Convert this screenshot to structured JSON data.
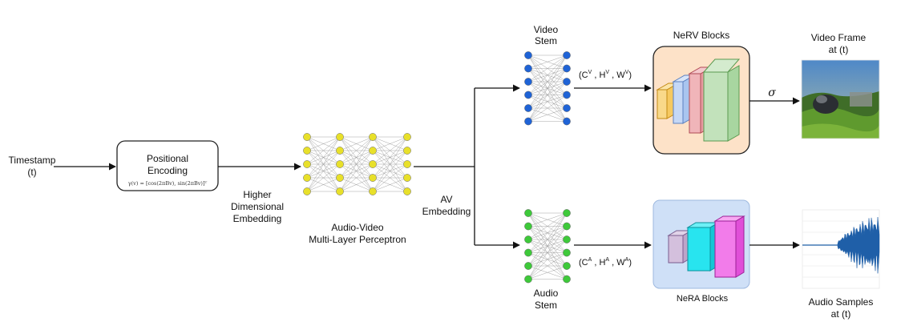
{
  "input": {
    "line1": "Timestamp",
    "line2": "(t)"
  },
  "positional_encoding": {
    "title_line1": "Positional",
    "title_line2": "Encoding",
    "formula": "γ(v) = [cos(2πBv), sin(2πBv)]ᵀ"
  },
  "higher_embedding": {
    "line1": "Higher",
    "line2": "Dimensional",
    "line3": "Embedding"
  },
  "mlp": {
    "line1": "Audio-Video",
    "line2": "Multi-Layer Perceptron"
  },
  "av_embedding": {
    "line1": "AV",
    "line2": "Embedding"
  },
  "video_stem": {
    "line1": "Video",
    "line2": "Stem"
  },
  "audio_stem": {
    "line1": "Audio",
    "line2": "Stem"
  },
  "video_dims": {
    "open": "(C",
    "sup1": "V",
    "mid1": " , H",
    "sup2": "V",
    "mid2": " , W",
    "sup3": "V",
    "close": ")"
  },
  "audio_dims": {
    "open": "(C",
    "sup1": "A",
    "mid1": " , H",
    "sup2": "A",
    "mid2": " , W",
    "sup3": "A",
    "close": ")"
  },
  "nerv_blocks": {
    "label": "NeRV Blocks"
  },
  "nera_blocks": {
    "label": "NeRA Blocks"
  },
  "sigma": "σ",
  "video_frame": {
    "line1": "Video Frame",
    "line2": "at (t)"
  },
  "audio_samples": {
    "line1": "Audio Samples",
    "line2": "at (t)"
  },
  "colors": {
    "mlp_node": "#e8e02a",
    "video_node": "#1f63d6",
    "audio_node": "#3ec93a",
    "nerv_bg": "#fde2c8",
    "nera_bg": "#cfe0f7",
    "waveform": "#1f5fa8"
  }
}
